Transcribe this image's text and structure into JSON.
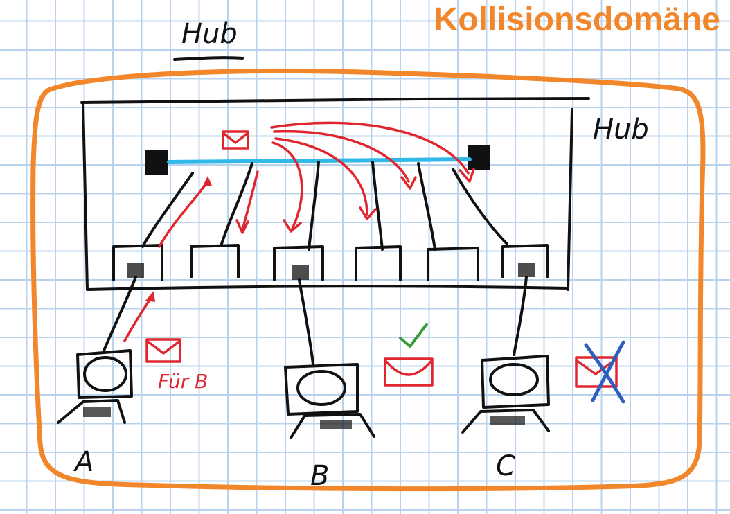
{
  "title": "Hub",
  "collision_title": "Kollisionsdomäne",
  "hub_label": "Hub",
  "sender_note": "Für B",
  "computers": [
    {
      "label": "A"
    },
    {
      "label": "B"
    },
    {
      "label": "C"
    }
  ],
  "delivery_marks": {
    "accepted": "check-icon",
    "rejected": "cross-icon"
  },
  "colors": {
    "ink": "#111111",
    "signal": "#e0262e",
    "domain": "#f2862a",
    "bus": "#2fb8e8",
    "reject": "#2f5fbe",
    "accept": "#3a9a3a",
    "grid": "#b9d3ee"
  }
}
